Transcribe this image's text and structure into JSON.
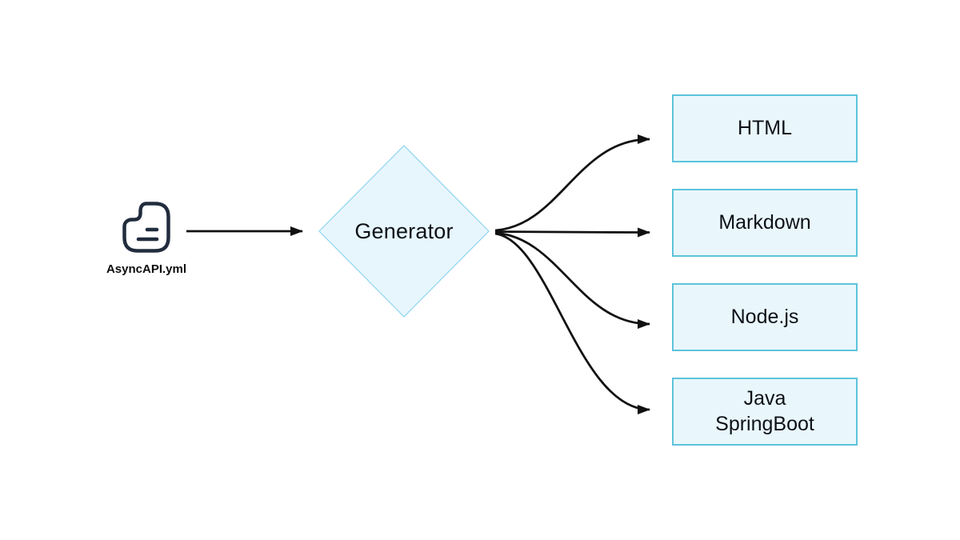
{
  "diagram": {
    "source": {
      "icon": "file-lines-icon",
      "label": "AsyncAPI.yml"
    },
    "process": {
      "label": "Generator",
      "shape": "diamond"
    },
    "outputs": [
      {
        "label": "HTML"
      },
      {
        "label": "Markdown"
      },
      {
        "label": "Node.js"
      },
      {
        "label": "Java\nSpringBoot"
      }
    ],
    "colors": {
      "background": "#ffffff",
      "node_fill": "#e9f7fd",
      "diamond_border": "#8fd4ee",
      "box_border": "#5ec3dc",
      "arrow": "#111111",
      "icon_stroke": "#212c3d",
      "text": "#0d1117"
    }
  }
}
